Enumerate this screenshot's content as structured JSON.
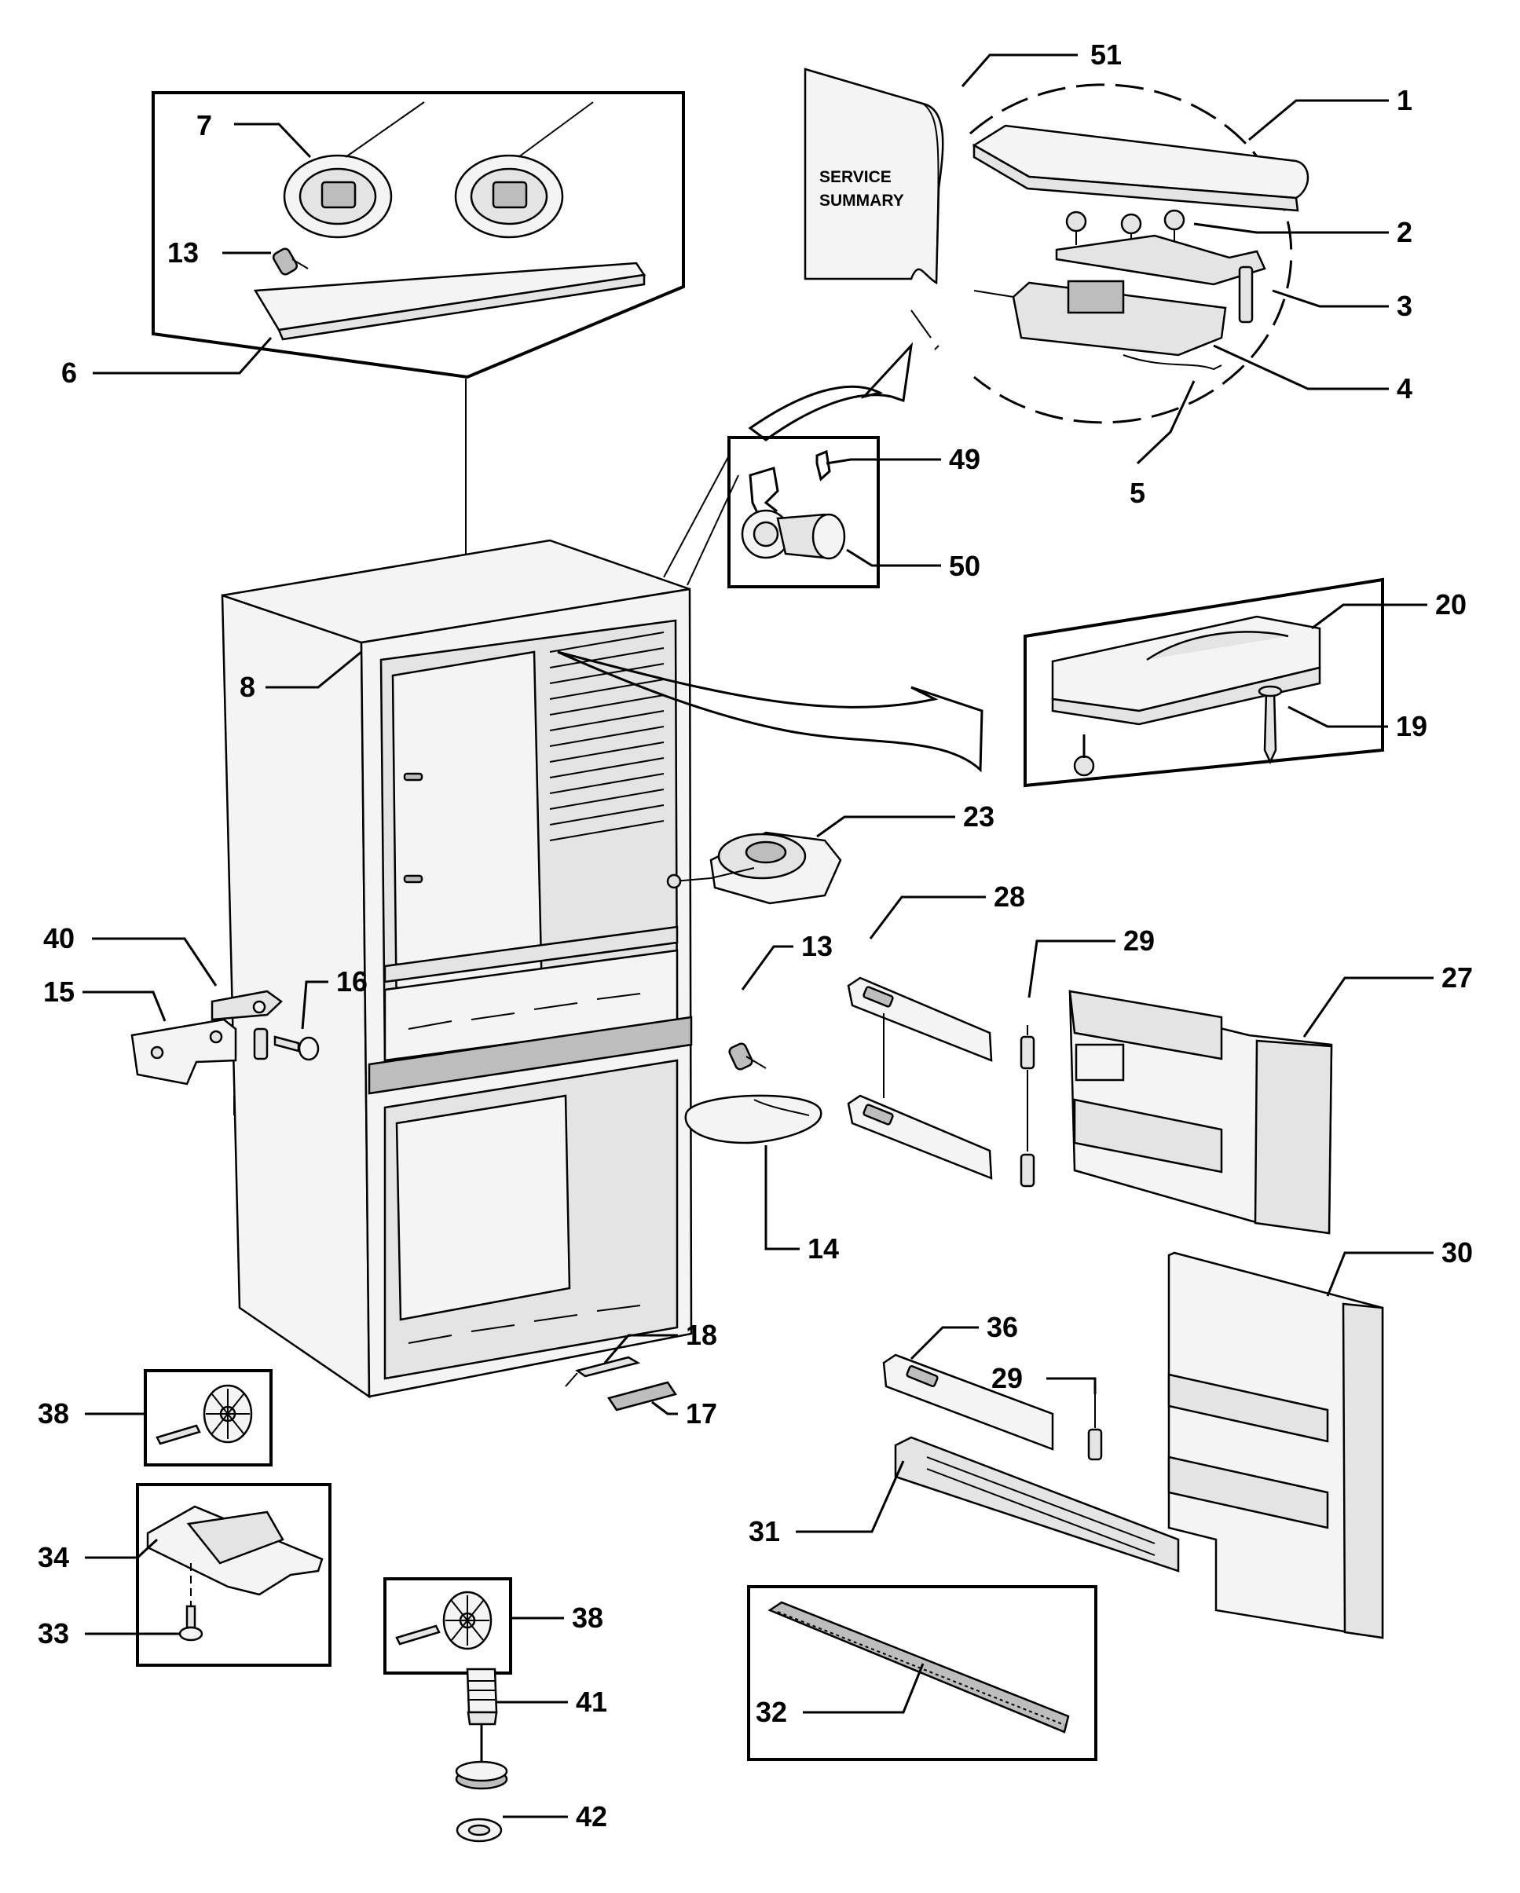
{
  "diagram": {
    "document_title": "SERVICE SUMMARY",
    "callouts": [
      {
        "id": "c51",
        "label": "51"
      },
      {
        "id": "c1",
        "label": "1"
      },
      {
        "id": "c7",
        "label": "7"
      },
      {
        "id": "c2",
        "label": "2"
      },
      {
        "id": "c13a",
        "label": "13"
      },
      {
        "id": "c3",
        "label": "3"
      },
      {
        "id": "c6",
        "label": "6"
      },
      {
        "id": "c4",
        "label": "4"
      },
      {
        "id": "c5",
        "label": "5"
      },
      {
        "id": "c49",
        "label": "49"
      },
      {
        "id": "c50",
        "label": "50"
      },
      {
        "id": "c20",
        "label": "20"
      },
      {
        "id": "c8",
        "label": "8"
      },
      {
        "id": "c19",
        "label": "19"
      },
      {
        "id": "c23",
        "label": "23"
      },
      {
        "id": "c28",
        "label": "28"
      },
      {
        "id": "c13b",
        "label": "13"
      },
      {
        "id": "c29a",
        "label": "29"
      },
      {
        "id": "c40",
        "label": "40"
      },
      {
        "id": "c27",
        "label": "27"
      },
      {
        "id": "c16",
        "label": "16"
      },
      {
        "id": "c15",
        "label": "15"
      },
      {
        "id": "c14",
        "label": "14"
      },
      {
        "id": "c30",
        "label": "30"
      },
      {
        "id": "c36",
        "label": "36"
      },
      {
        "id": "c18",
        "label": "18"
      },
      {
        "id": "c29b",
        "label": "29"
      },
      {
        "id": "c38a",
        "label": "38"
      },
      {
        "id": "c17",
        "label": "17"
      },
      {
        "id": "c31",
        "label": "31"
      },
      {
        "id": "c34",
        "label": "34"
      },
      {
        "id": "c38b",
        "label": "38"
      },
      {
        "id": "c33",
        "label": "33"
      },
      {
        "id": "c32",
        "label": "32"
      },
      {
        "id": "c41",
        "label": "41"
      },
      {
        "id": "c42",
        "label": "42"
      }
    ]
  }
}
